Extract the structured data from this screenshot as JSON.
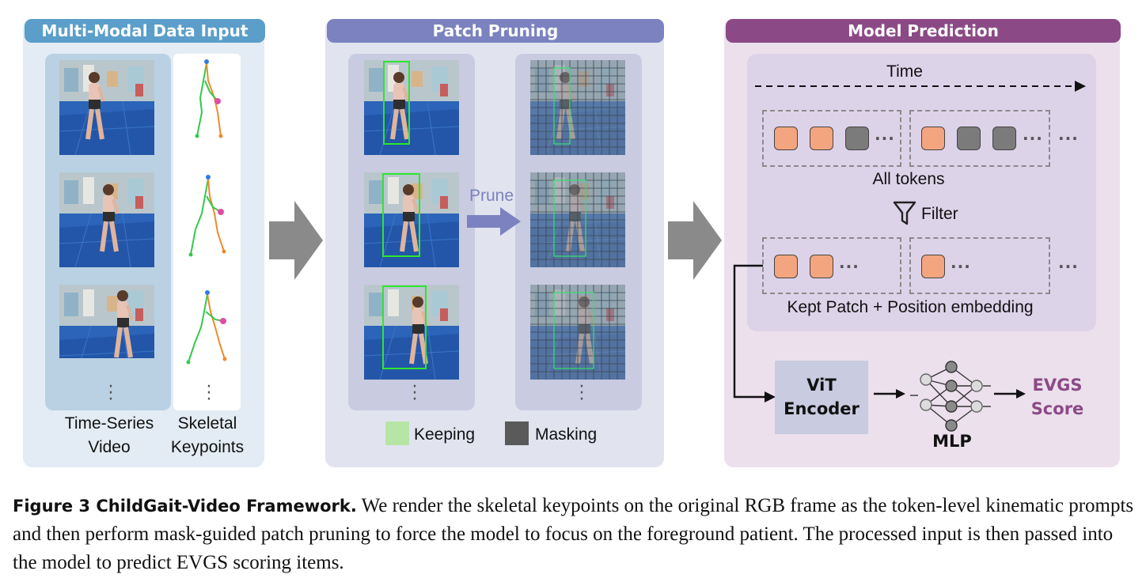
{
  "panels": {
    "input": {
      "title": "Multi-Modal Data Input",
      "video_label": "Time-Series\nVideo",
      "skeleton_label": "Skeletal\nKeypoints"
    },
    "pruning": {
      "title": "Patch Pruning",
      "prune_label": "Prune",
      "legend_keep": "Keeping",
      "legend_mask": "Masking"
    },
    "prediction": {
      "title": "Model Prediction",
      "time_label": "Time",
      "all_tokens": "All tokens",
      "filter_label": "Filter",
      "kept_label": "Kept Patch + Position embedding",
      "vit_label": "ViT\nEncoder",
      "mlp_label": "MLP",
      "output_label": "EVGS\nScore"
    }
  },
  "colors": {
    "input_header": "#5b9ec9",
    "input_bg": "#e3ecf4",
    "pruning_header": "#7b82bf",
    "pruning_bg": "#e1e4ef",
    "prediction_header": "#8b4a86",
    "prediction_bg": "#ece0ec",
    "keep": "#b6e5a6",
    "mask": "#5a5a5a",
    "token_orange": "#f2a57e",
    "output_text": "#8b4a86"
  },
  "caption": {
    "label": "Figure 3  ChildGait-Video Framework.",
    "text": " We render the skeletal keypoints on the original RGB frame as the token-level kinematic prompts and then perform mask-guided patch pruning to force the model to focus on the foreground patient. The processed input is then passed into the model to predict EVGS scoring items."
  }
}
